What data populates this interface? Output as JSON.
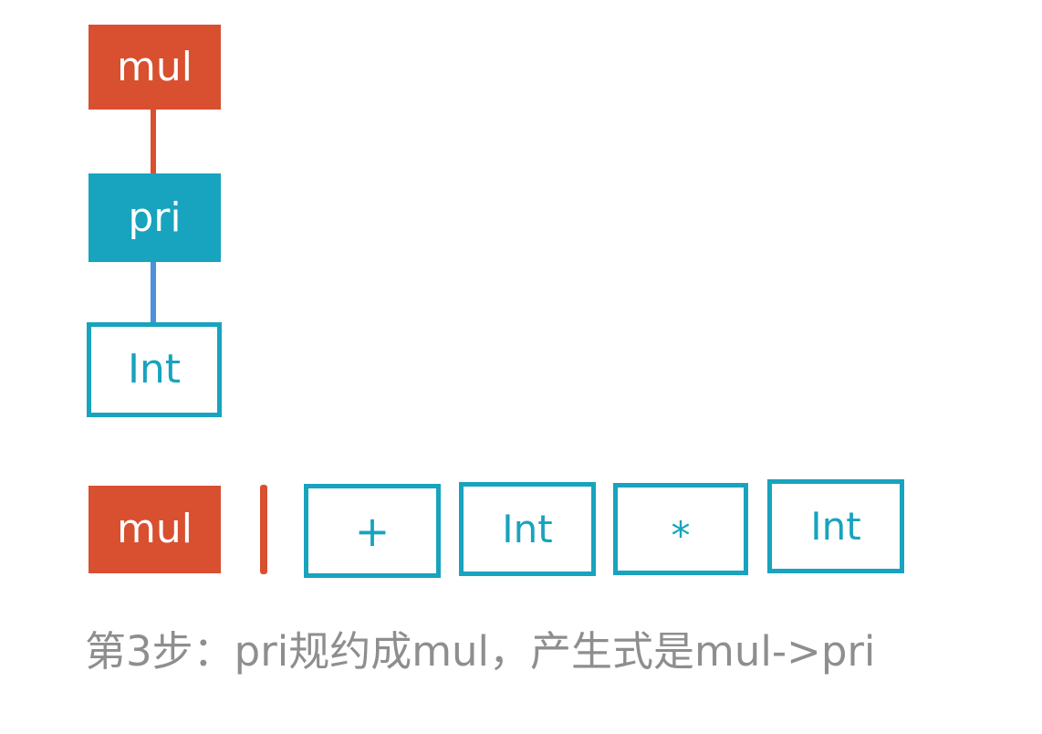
{
  "colors": {
    "orange": "#d85030",
    "teal": "#18a3be",
    "blue": "#4e90d9",
    "gray": "#8e8e8e"
  },
  "parse_tree": {
    "nodes": [
      {
        "label": "mul",
        "style": "orange-filled"
      },
      {
        "label": "pri",
        "style": "teal-filled"
      },
      {
        "label": "Int",
        "style": "teal-outlined"
      }
    ],
    "edges": [
      {
        "from": "mul",
        "to": "pri",
        "color": "#d85030"
      },
      {
        "from": "pri",
        "to": "Int",
        "color": "#4e90d9"
      }
    ]
  },
  "token_row": {
    "stack_top": {
      "label": "mul",
      "style": "orange-filled"
    },
    "cursor": {
      "color": "#d85030"
    },
    "tokens": [
      {
        "label": "+"
      },
      {
        "label": "Int"
      },
      {
        "label": "*"
      },
      {
        "label": "Int"
      }
    ]
  },
  "caption": {
    "text": "第3步：pri规约成mul，产生式是mul->pri"
  }
}
